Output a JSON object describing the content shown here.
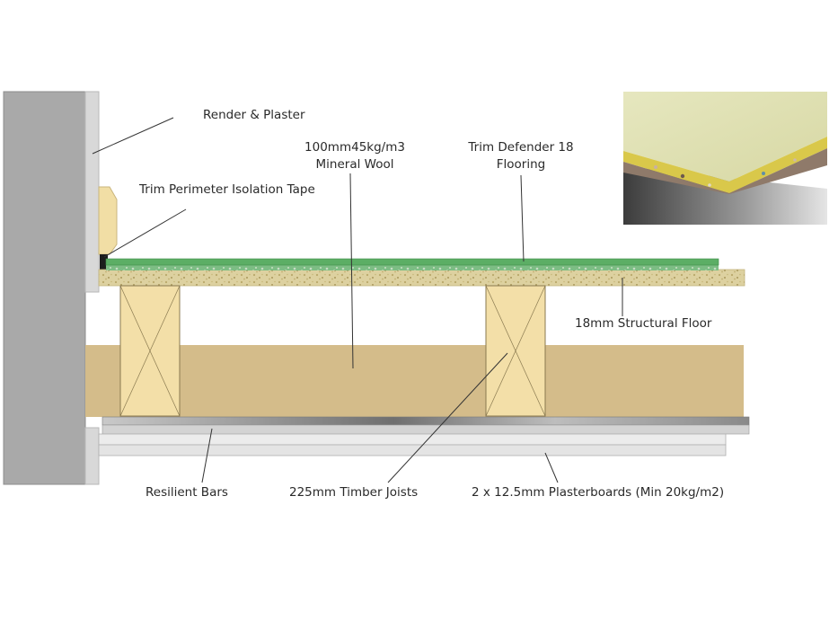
{
  "labels": {
    "render_plaster": "Render & Plaster",
    "isolation_tape": "Trim Perimeter Isolation Tape",
    "mineral_wool_line1": "100mm45kg/m3",
    "mineral_wool_line2": "Mineral Wool",
    "trim_defender_line1": "Trim Defender 18",
    "trim_defender_line2": "Flooring",
    "structural_floor": "18mm Structural Floor",
    "resilient_bars": "Resilient Bars",
    "timber_joists": "225mm Timber Joists",
    "plasterboards": "2 x 12.5mm Plasterboards (Min 20kg/m2)"
  },
  "colors": {
    "wall": "#a9a9a9",
    "render": "#d6d6d6",
    "mineral_wool": "#d4bc8a",
    "timber": "#f3dfa8",
    "chipboard": "#ddd1a0",
    "defender_green": "#5cae65",
    "resilient_bar": "#b8b8b8",
    "plasterboard": "#e9e9e9",
    "leader_line": "#333333"
  }
}
